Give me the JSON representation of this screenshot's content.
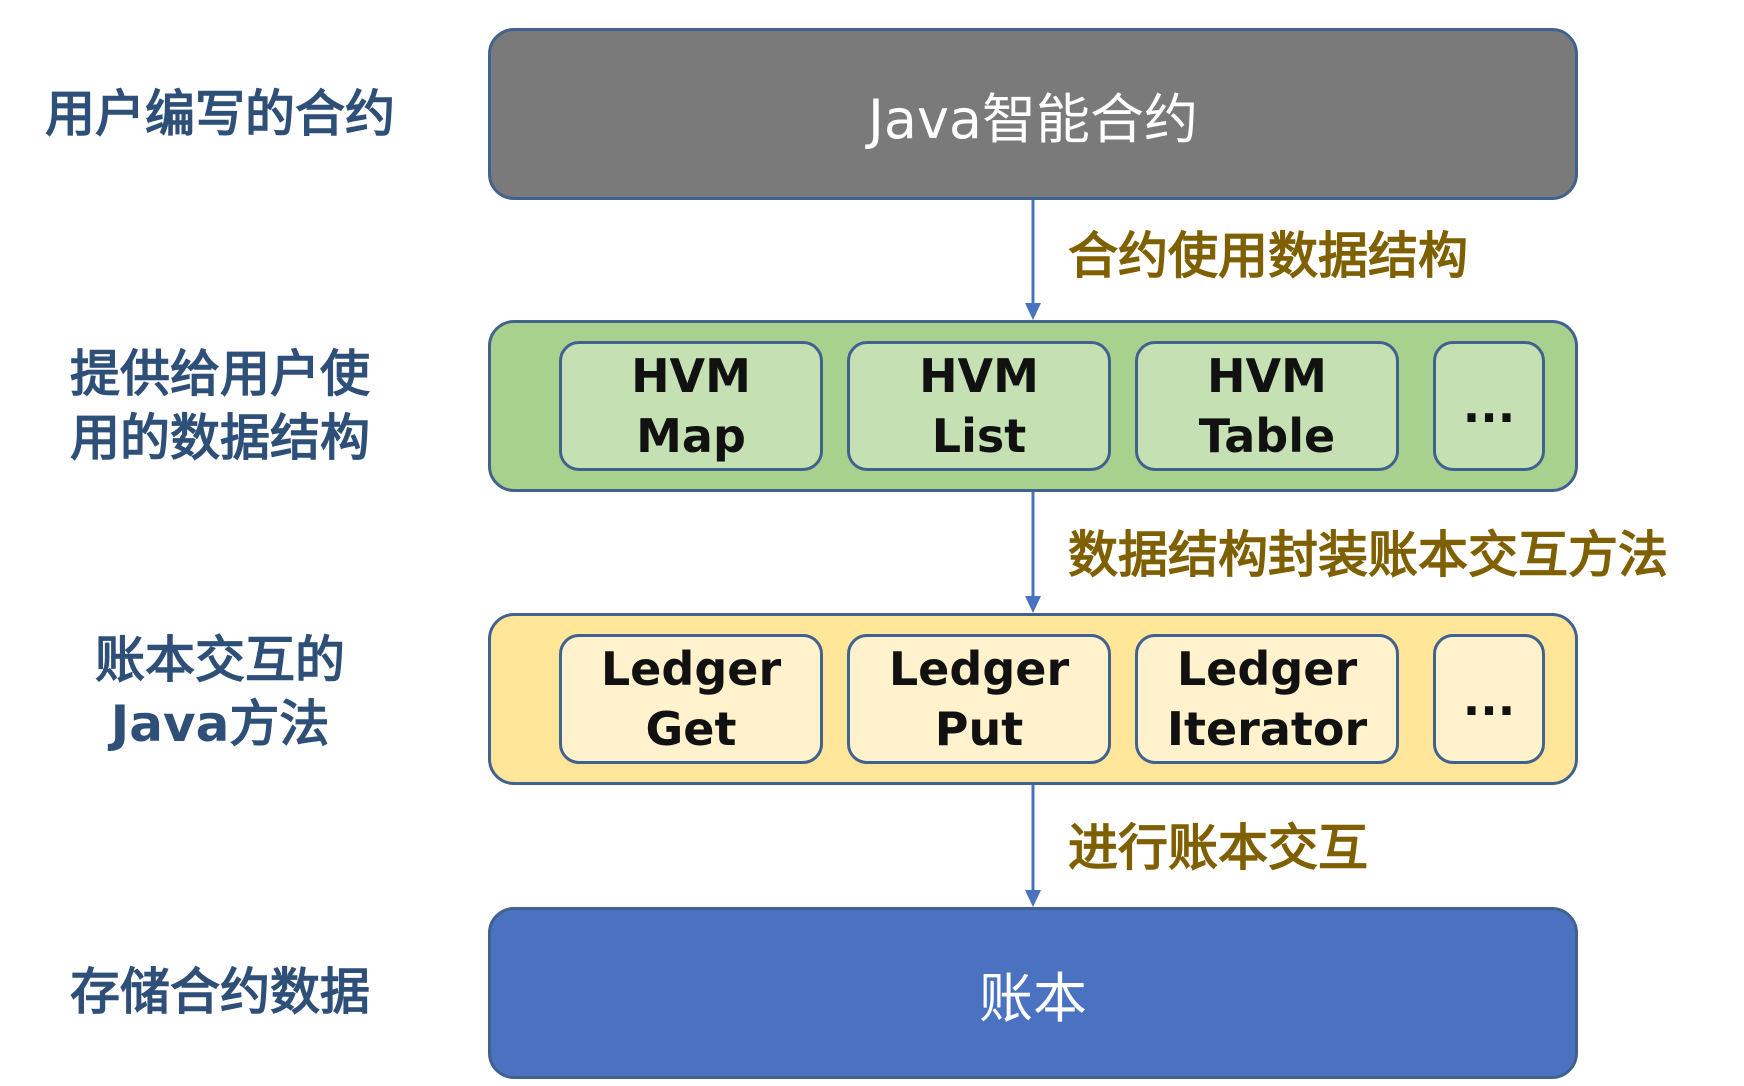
{
  "side_labels": [
    "用户编写的合约",
    "提供给用户使\n用的数据结构",
    "账本交互的\nJava方法",
    "存储合约数据"
  ],
  "layers": {
    "java": {
      "title": "Java智能合约"
    },
    "hvm": {
      "items": [
        "HVM\nMap",
        "HVM\nList",
        "HVM\nTable",
        "..."
      ]
    },
    "ledger": {
      "items": [
        "Ledger\nGet",
        "Ledger\nPut",
        "Ledger\nIterator",
        "..."
      ]
    },
    "book": {
      "title": "账本"
    }
  },
  "arrow_labels": [
    "合约使用数据结构",
    "数据结构封装账本交互方法",
    "进行账本交互"
  ],
  "colors": {
    "side_label": "#2e4f78",
    "arrow_label": "#7f6000",
    "arrow": "#4a72c0",
    "java_layer": "#7a7a7a",
    "hvm_layer": "#a9d18e",
    "hvm_box": "#c5e0b3",
    "ledger_layer": "#ffe699",
    "ledger_box": "#fff2cc",
    "book_layer": "#4a72c0",
    "border": "#41628f"
  }
}
